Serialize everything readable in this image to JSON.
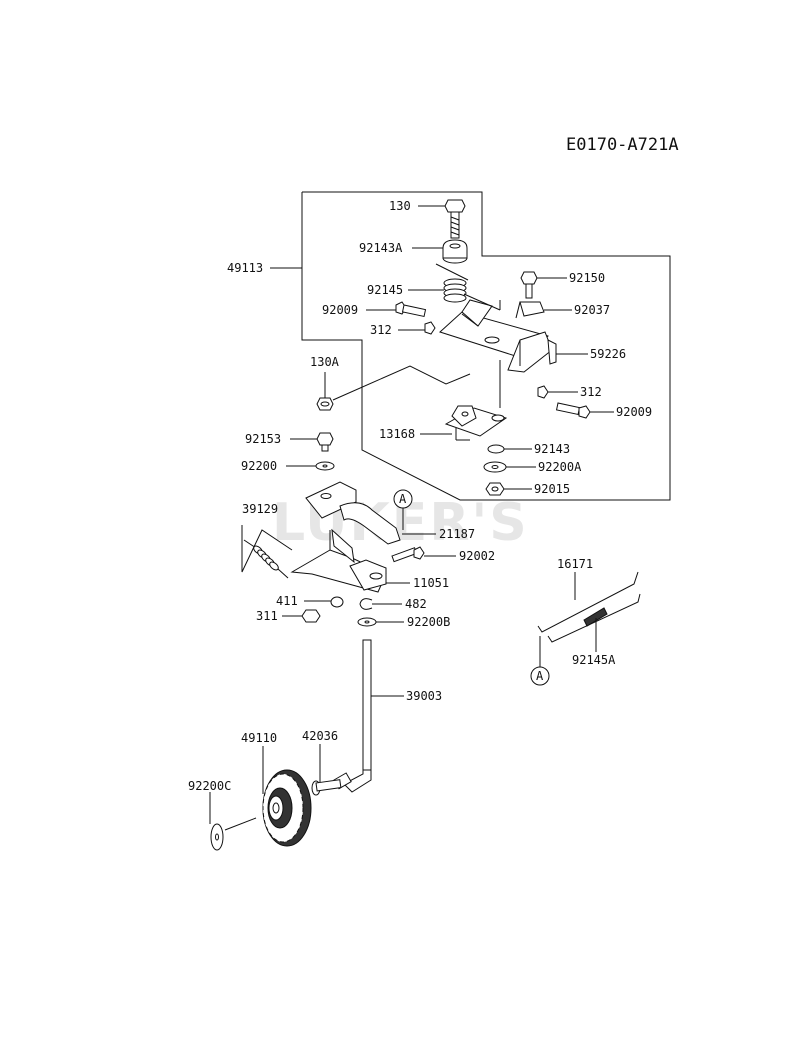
{
  "diagram": {
    "code": "E0170-A721A",
    "watermark": "LUKER'S",
    "callout_ref": "A"
  },
  "labels": {
    "p130": "130",
    "p92143A": "92143A",
    "p49113": "49113",
    "p92150": "92150",
    "p92145": "92145",
    "p92037": "92037",
    "p92009a": "92009",
    "p312a": "312",
    "p59226": "59226",
    "p130A": "130A",
    "p312b": "312",
    "p92009b": "92009",
    "p13168": "13168",
    "p92153": "92153",
    "p92143": "92143",
    "p92200": "92200",
    "p92200A": "92200A",
    "p92015": "92015",
    "p39129": "39129",
    "p21187": "21187",
    "p92002": "92002",
    "p11051": "11051",
    "p411": "411",
    "p482": "482",
    "p311": "311",
    "p92200B": "92200B",
    "p16171": "16171",
    "p92145A": "92145A",
    "p39003": "39003",
    "p49110": "49110",
    "p42036": "42036",
    "p92200C": "92200C"
  }
}
